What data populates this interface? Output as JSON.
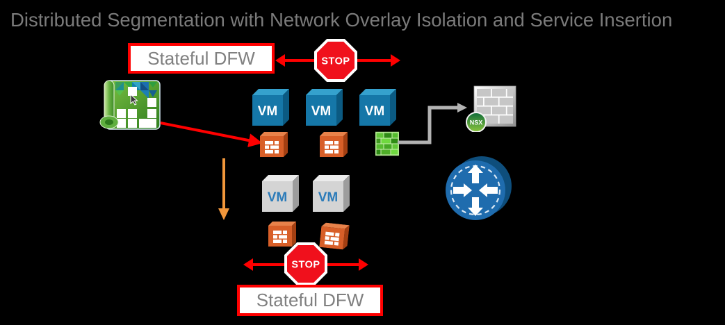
{
  "title": "Distributed Segmentation with Network Overlay Isolation and Service Insertion",
  "labels": {
    "stateful_dfw_top": "Stateful DFW",
    "stateful_dfw_bottom": "Stateful DFW",
    "stop_top": "STOP",
    "stop_bottom": "STOP",
    "vm": "VM",
    "nsx_badge": "NSX"
  },
  "icons": {
    "blueprint": "service-composer-blueprint-icon",
    "vm_blue": "vm-cube-blue-icon",
    "vm_gray": "vm-cube-gray-icon",
    "firewall_orange": "distributed-firewall-brick-icon",
    "security_group": "green-security-group-brick-icon",
    "nsx_firewall": "nsx-partner-firewall-icon",
    "router": "router-icon",
    "stop_sign": "stop-sign-icon"
  },
  "colors": {
    "background": "#000000",
    "title_text": "#7b7b7b",
    "dfw_text": "#808080",
    "dfw_border": "#ff0000",
    "stop_red": "#f0101c",
    "arrow_red": "#ff0000",
    "vm_blue_front": "#1577a8",
    "vm_gray_front": "#d4d4d4",
    "vm_gray_text": "#2b7bb9",
    "firewall_orange": "#d85f28",
    "security_group_green": "#4fae28",
    "nsx_badge_green": "#2f9e4f",
    "router_blue": "#1f6cae",
    "connector_gray": "#b3b3b3",
    "arrow_orange": "#f2973b"
  }
}
